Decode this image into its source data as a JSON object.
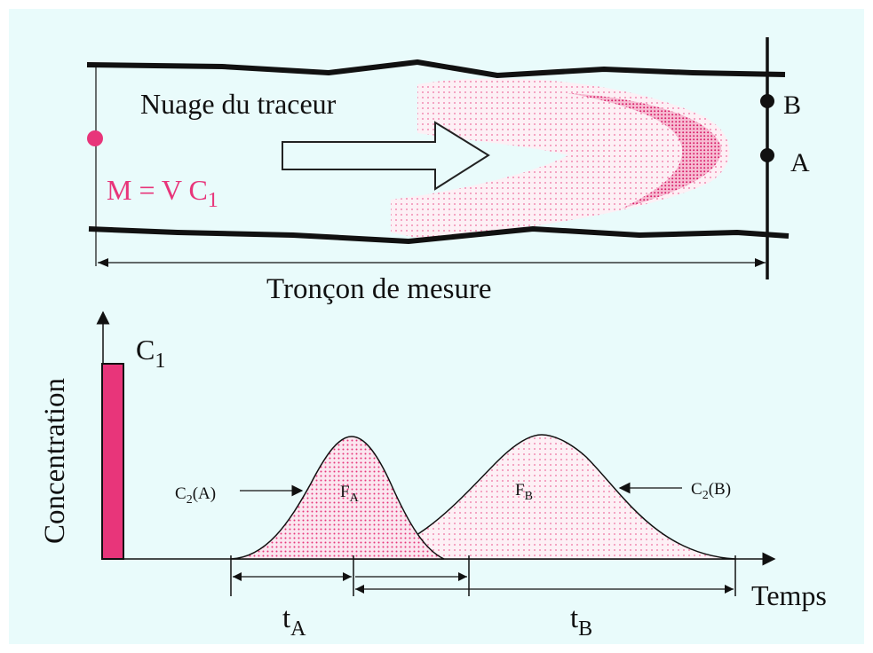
{
  "colors": {
    "background": "#ffffff",
    "panel": "#e9fbfb",
    "accent_pink": "#e8357a",
    "dot_pink": "#f4a9c6",
    "line": "#111111"
  },
  "top_diagram": {
    "cloud_label": "Nuage du traceur",
    "formula_main": "M = V C",
    "formula_sub": "1",
    "point_b_label": "B",
    "point_a_label": "A",
    "section_label": "Tronçon de mesure"
  },
  "bottom_chart": {
    "y_axis_label": "Concentration",
    "x_axis_label": "Temps",
    "injection_label": "C",
    "injection_sub": "1",
    "curve_a_label_main": "C",
    "curve_a_label_sub": "2",
    "curve_a_label_suffix": "(A)",
    "curve_b_label_main": "C",
    "curve_b_label_sub": "2",
    "curve_b_label_suffix": "(B)",
    "area_a_main": "F",
    "area_a_sub": "A",
    "area_b_main": "F",
    "area_b_sub": "B",
    "time_a_main": "t",
    "time_a_sub": "A",
    "time_b_main": "t",
    "time_b_sub": "B"
  }
}
